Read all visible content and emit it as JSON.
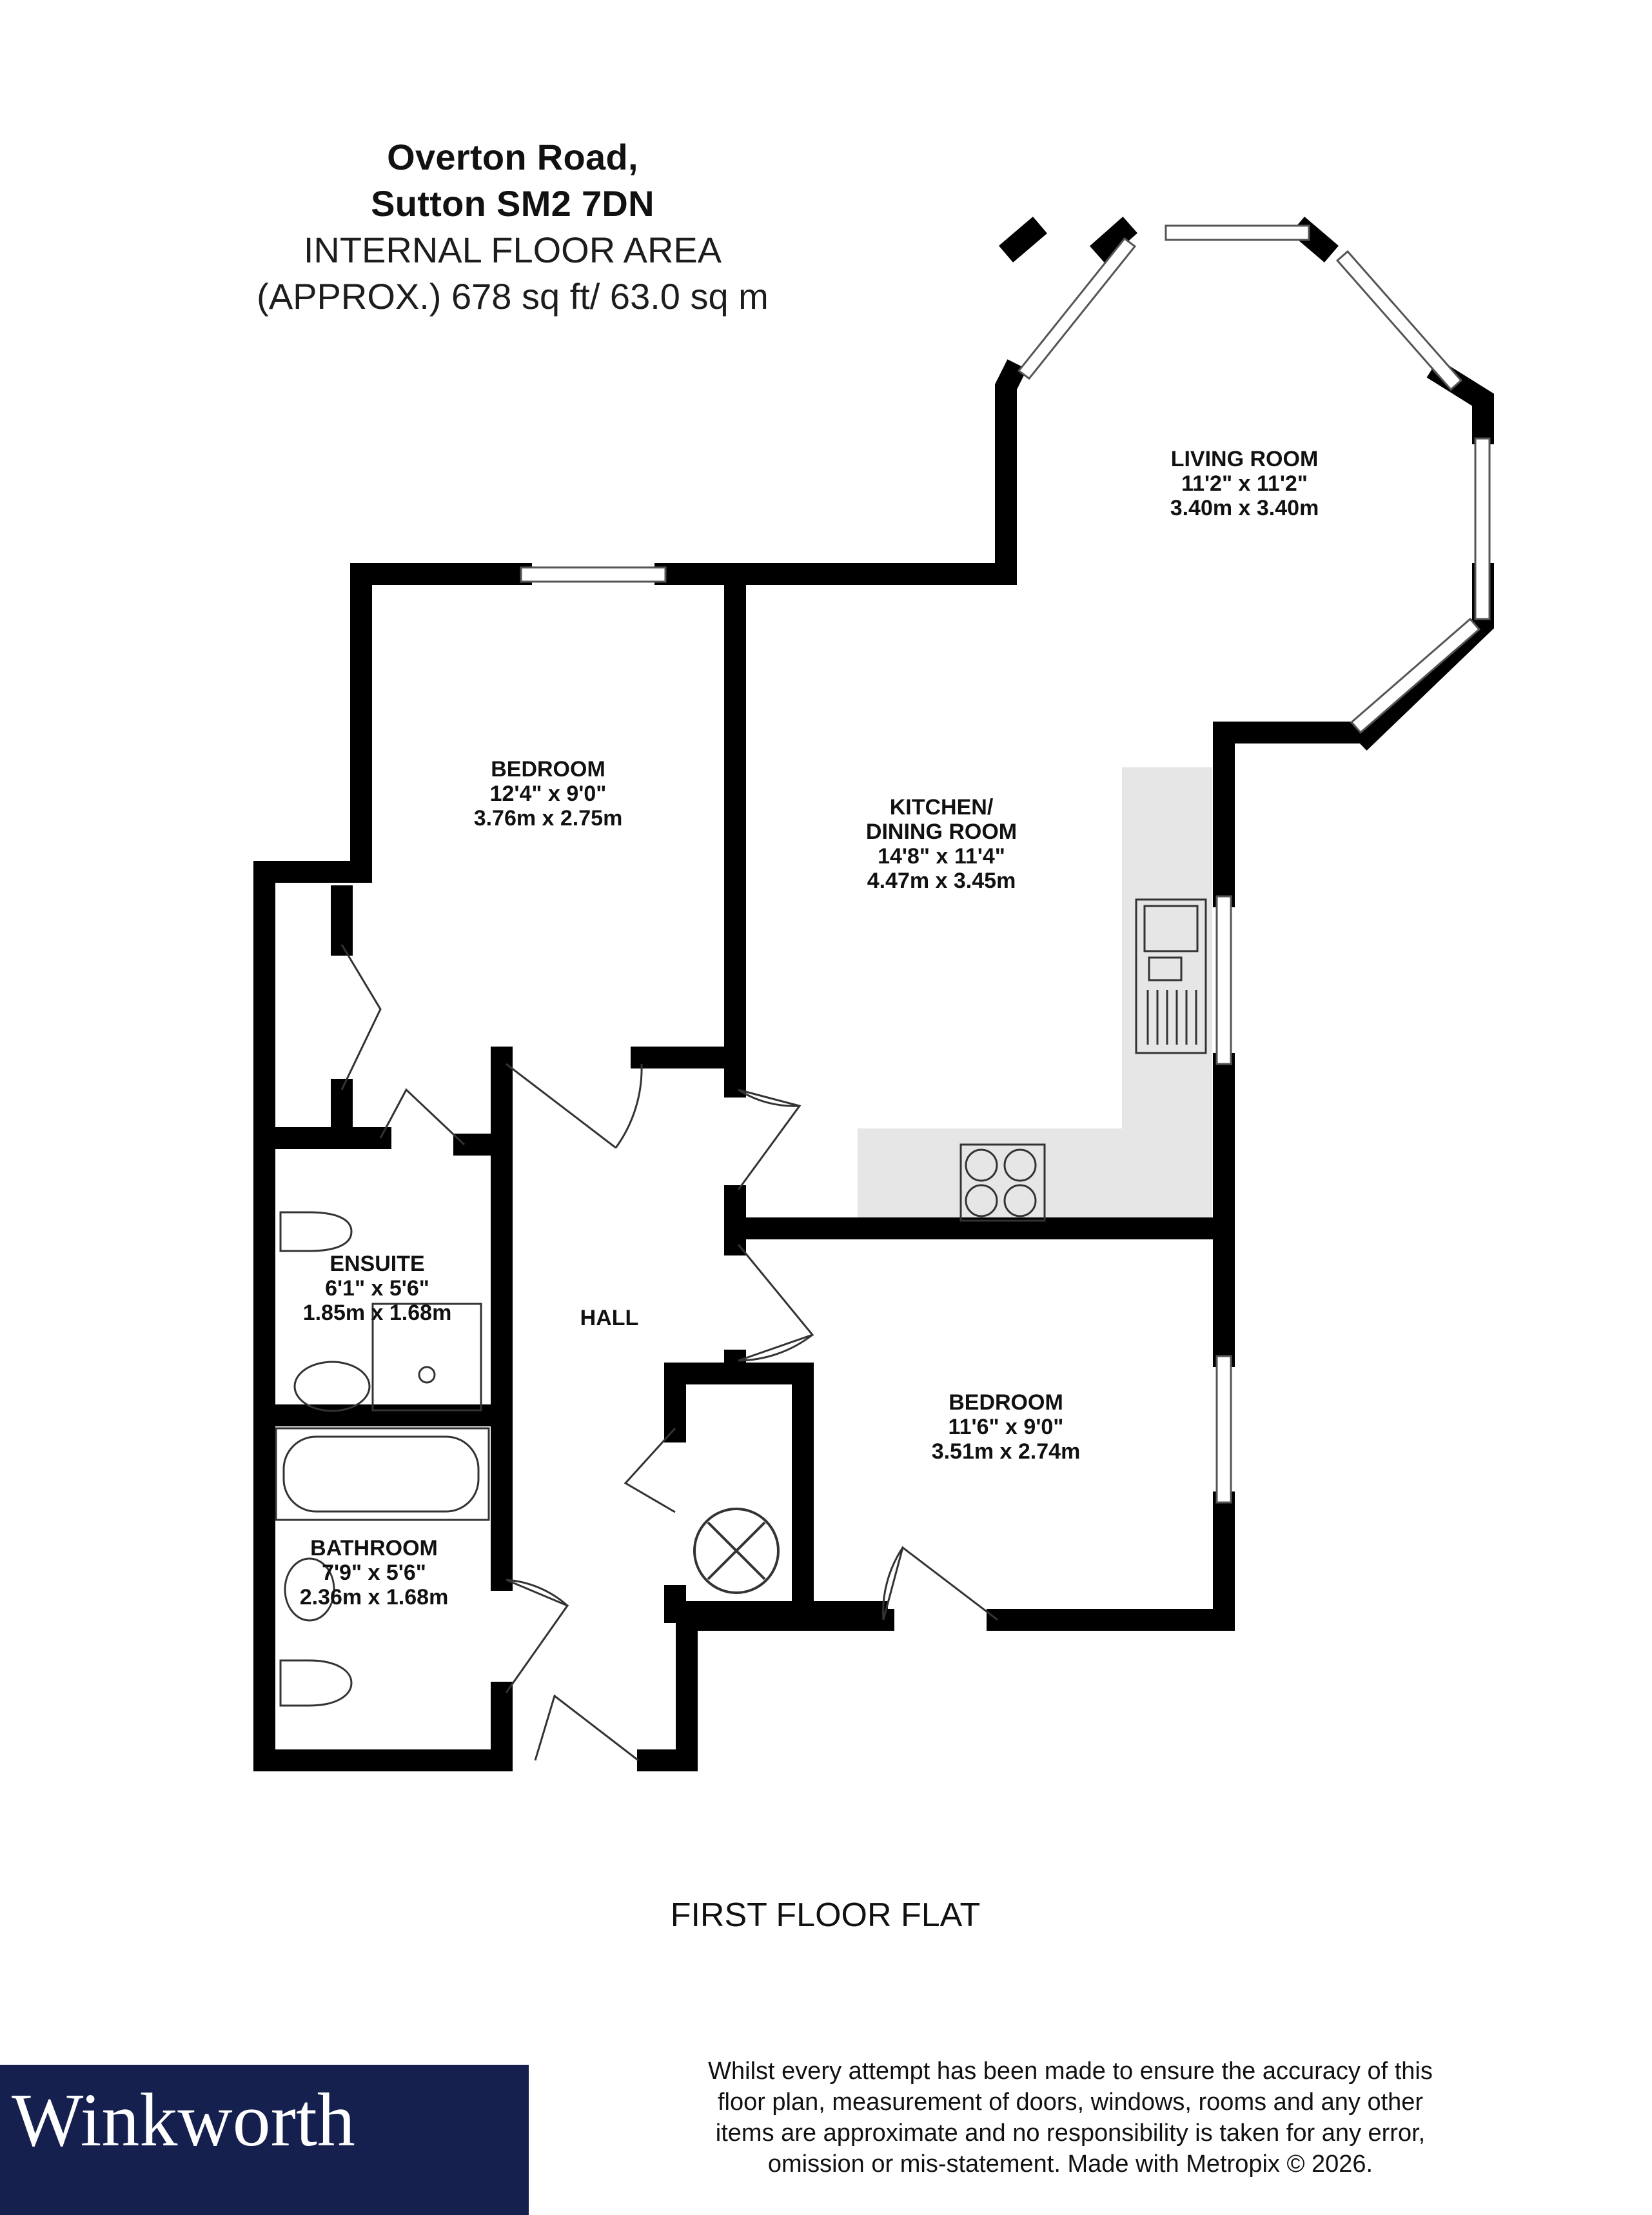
{
  "header": {
    "line1": "Overton Road,",
    "line2": "Sutton SM2 7DN",
    "line3": "INTERNAL FLOOR AREA",
    "line4": "(APPROX.) 678 sq ft/ 63.0 sq m"
  },
  "rooms": {
    "living_room": {
      "name": "LIVING ROOM",
      "imperial": "11'2\"  x 11'2\"",
      "metric": "3.40m  x 3.40m"
    },
    "bedroom_1": {
      "name": "BEDROOM",
      "imperial": "12'4\"  x 9'0\"",
      "metric": "3.76m  x 2.75m"
    },
    "kitchen": {
      "name": "KITCHEN/",
      "name2": "DINING ROOM",
      "imperial": "14'8\"  x 11'4\"",
      "metric": "4.47m  x 3.45m"
    },
    "ensuite": {
      "name": "ENSUITE",
      "imperial": "6'1\"  x 5'6\"",
      "metric": "1.85m  x 1.68m"
    },
    "hall": {
      "name": "HALL"
    },
    "bedroom_2": {
      "name": "BEDROOM",
      "imperial": "11'6\"  x 9'0\"",
      "metric": "3.51m  x 2.74m"
    },
    "bathroom": {
      "name": "BATHROOM",
      "imperial": "7'9\"  x 5'6\"",
      "metric": "2.36m  x 1.68m"
    }
  },
  "floor_label": "FIRST FLOOR FLAT",
  "brand": {
    "name": "Winkworth",
    "color": "#16204f"
  },
  "disclaimer": {
    "line1": "Whilst every attempt has been made to ensure the accuracy of this",
    "line2": "floor plan, measurement of doors, windows, rooms and any other",
    "line3": "items are approximate and no responsibility is taken for any error,",
    "line4": "omission or mis-statement. Made with Metropix © 2026."
  },
  "colors": {
    "wall": "#000000",
    "counter": "#e6e6e6",
    "window_line": "#555555"
  }
}
